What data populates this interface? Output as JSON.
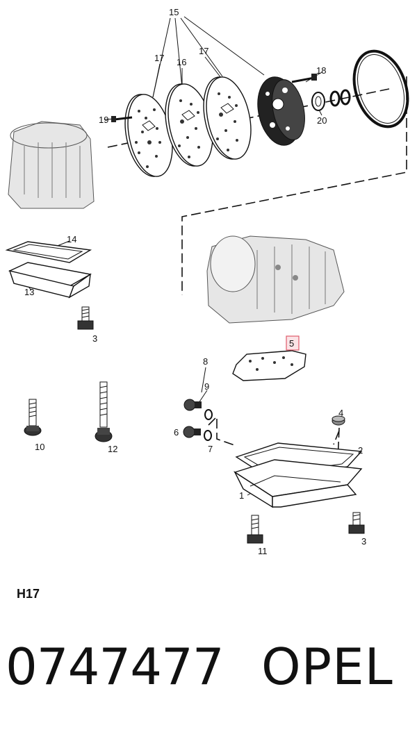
{
  "callouts": [
    "15",
    "17",
    "16",
    "17",
    "18",
    "19",
    "20",
    "14",
    "13",
    "3",
    "5",
    "8",
    "9",
    "4",
    "6",
    "7",
    "2",
    "10",
    "12",
    "1",
    "11",
    "3"
  ],
  "highlight_color": "#e05a6a",
  "footer": {
    "section_code": "H17",
    "part_number": "0747477",
    "brand": "OPEL"
  }
}
